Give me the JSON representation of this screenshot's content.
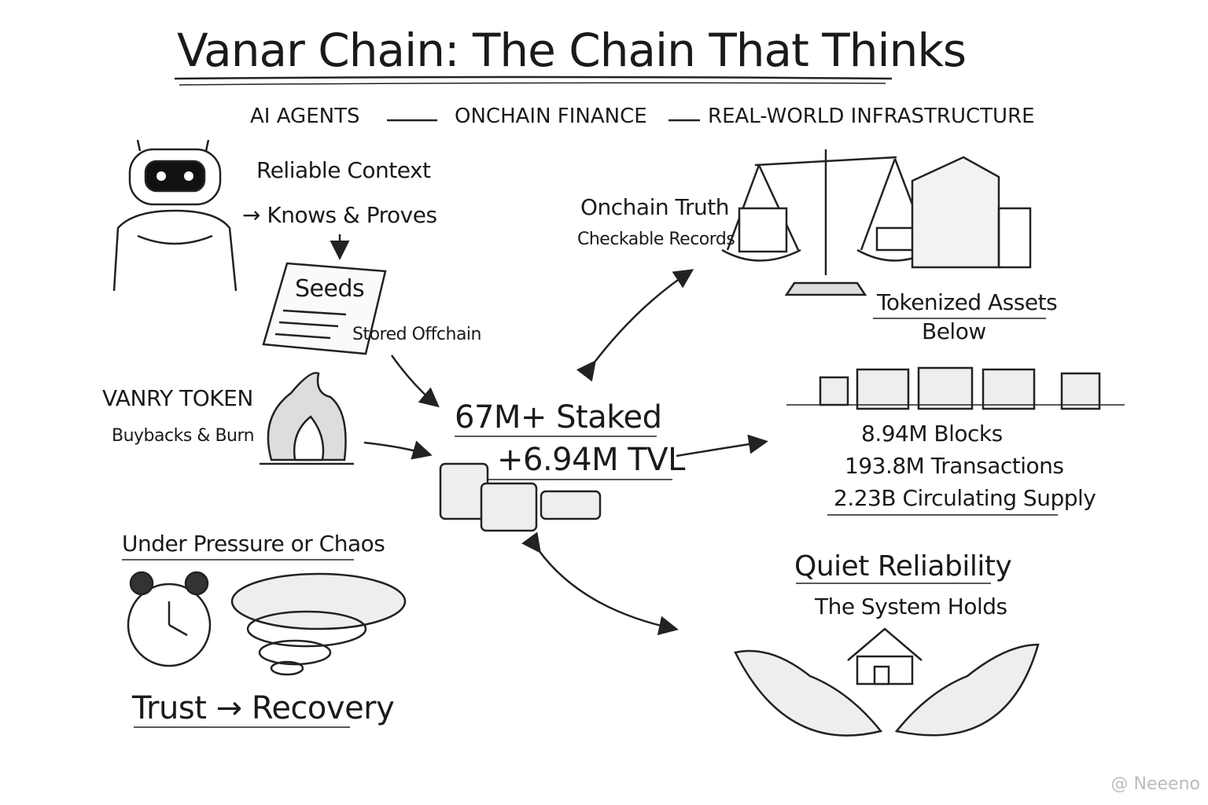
{
  "title": "Vanar Chain: The Chain That Thinks",
  "pillars": [
    "AI AGENTS",
    "ONCHAIN FINANCE",
    "REAL-WORLD INFRASTRUCTURE"
  ],
  "ai": {
    "context": "Reliable Context",
    "knows": "→ Knows & Proves",
    "seeds": "Seeds",
    "stored": "Stored Offchain"
  },
  "token": {
    "name": "VANRY TOKEN",
    "burn": "Buybacks & Burn"
  },
  "truth": {
    "title": "Onchain Truth",
    "sub": "Checkable Records"
  },
  "assets": {
    "line1": "Tokenized Assets",
    "line2": "Below"
  },
  "center": {
    "staked": "67M+ Staked",
    "tvl": "+6.94M TVL"
  },
  "stats": {
    "blocks": "8.94M Blocks",
    "tx": "193.8M Transactions",
    "supply": "2.23B Circulating Supply"
  },
  "pressure": {
    "title": "Under Pressure or Chaos",
    "trust": "Trust → Recovery"
  },
  "reliability": {
    "title": "Quiet Reliability",
    "sub": "The System Holds"
  },
  "watermark": "@ Neeeno"
}
